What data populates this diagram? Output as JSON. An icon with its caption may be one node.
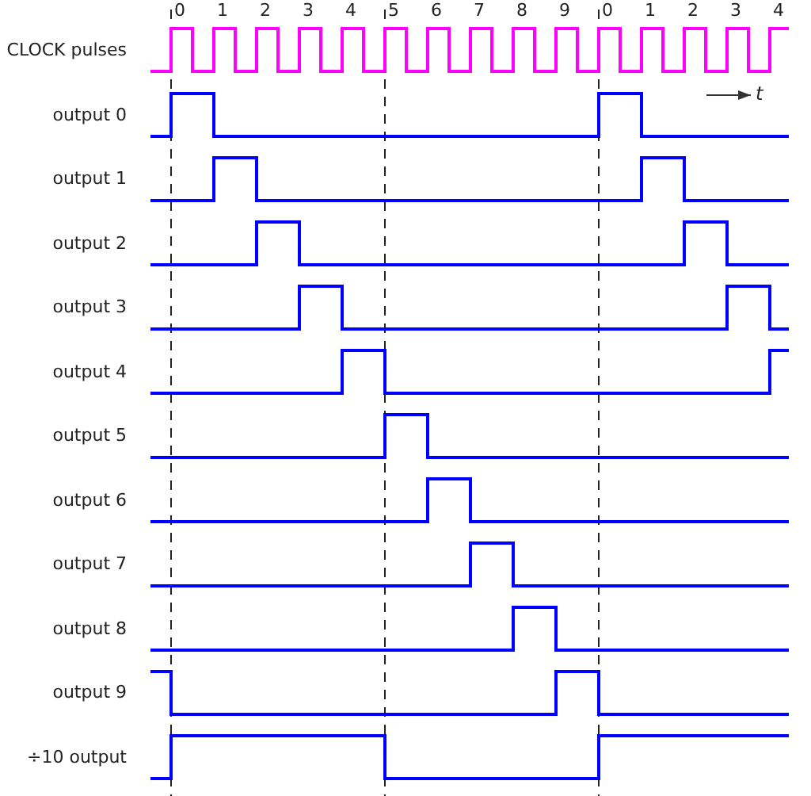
{
  "diagram": {
    "labels": [
      "0",
      "1",
      "2",
      "3",
      "4",
      "5",
      "6",
      "7",
      "8",
      "9",
      "0",
      "1",
      "2",
      "3",
      "4",
      "CLOCK pulses",
      "t",
      "output 0",
      "output 1",
      "output 2",
      "output 3",
      "output 4",
      "output 5",
      "output 6",
      "output 7",
      "output 8",
      "output 9",
      "÷10 output"
    ]
  }
}
